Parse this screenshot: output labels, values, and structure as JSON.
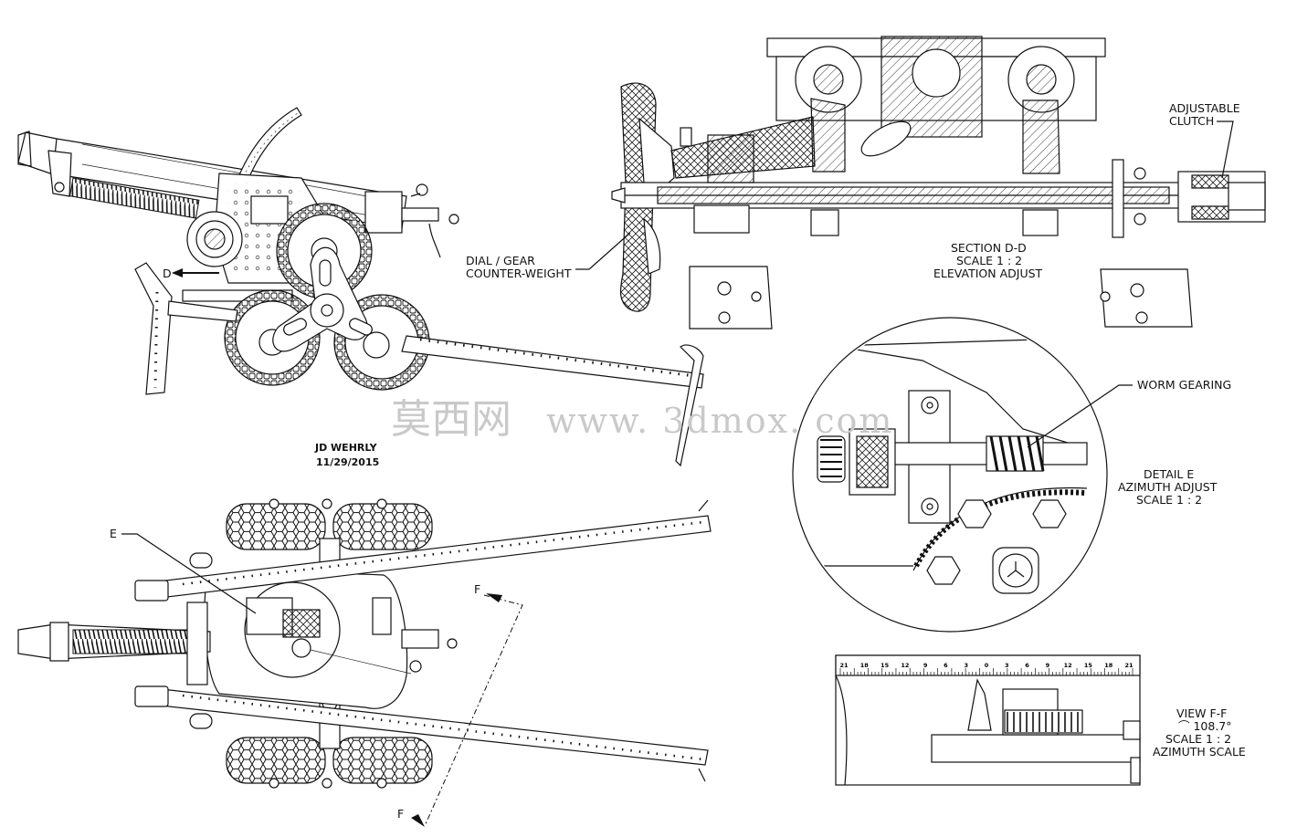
{
  "labels": {
    "dial_gear_1": "DIAL / GEAR",
    "dial_gear_2": "COUNTER-WEIGHT",
    "section_dd_1": "SECTION D-D",
    "section_dd_2": "SCALE 1 : 2",
    "section_dd_3": "ELEVATION ADJUST",
    "adjustable_clutch_1": "ADJUSTABLE",
    "adjustable_clutch_2": "CLUTCH",
    "worm_gearing": "WORM GEARING",
    "detail_e_1": "DETAIL E",
    "detail_e_2": "AZIMUTH ADJUST",
    "detail_e_3": "SCALE 1 : 2",
    "view_ff_1": "VIEW F-F",
    "view_ff_2": "⌒ 108.7°",
    "view_ff_3": "SCALE 1 : 2",
    "view_ff_4": "AZIMUTH SCALE",
    "author": "JD WEHRLY",
    "date": "11/29/2015",
    "marker_d": "D",
    "marker_e": "E",
    "marker_f_top": "F",
    "marker_f_bottom": "F"
  },
  "watermark": {
    "chinese": "莫西网",
    "url": "www. 3dmox. com"
  },
  "scale_ticks": [
    "21",
    "18",
    "15",
    "12",
    "9",
    "6",
    "3",
    "0",
    "3",
    "6",
    "9",
    "12",
    "15",
    "18",
    "21"
  ]
}
